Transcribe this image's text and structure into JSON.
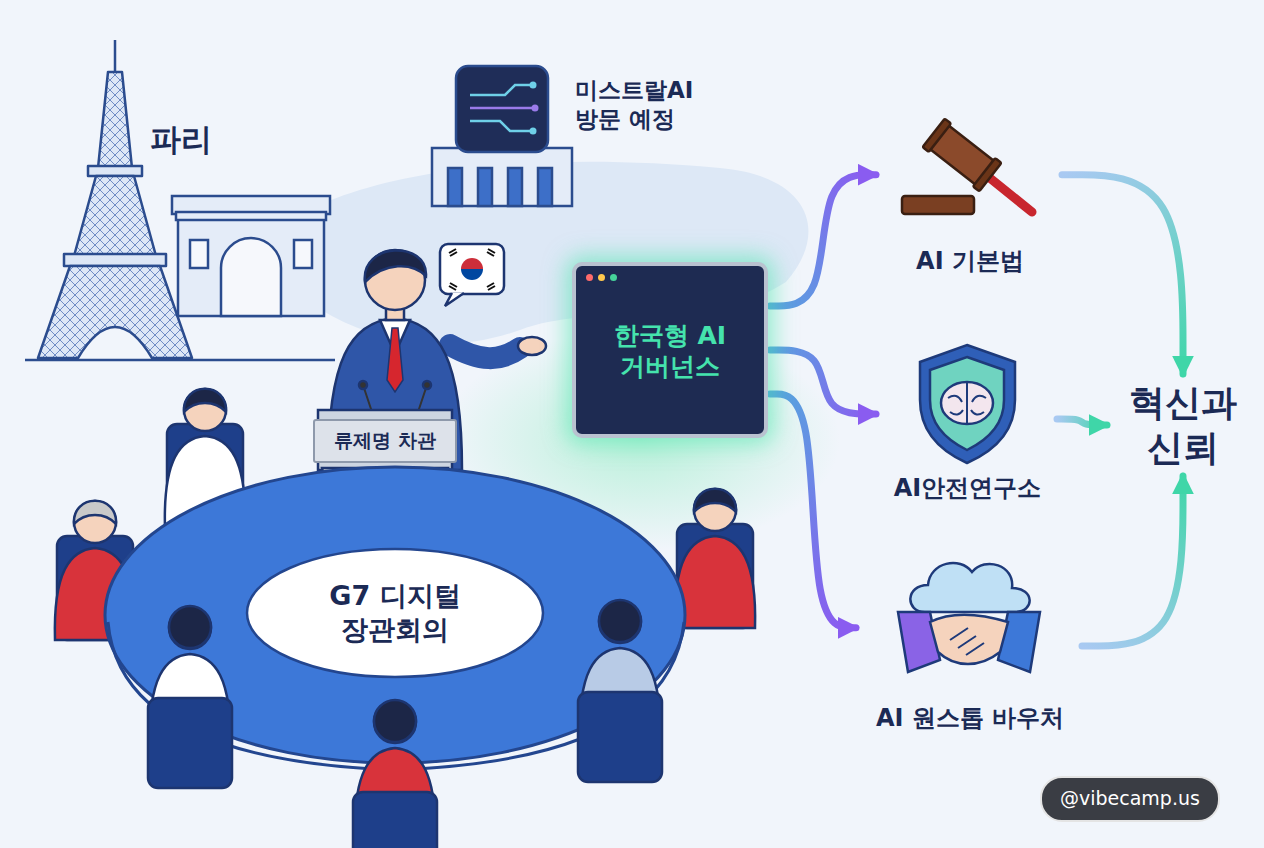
{
  "diagram": {
    "nodes": [
      {
        "text": [
          "류제명 차관"
        ]
      },
      {
        "text": [
          "G7 디지털 장관회의"
        ]
      },
      {
        "text": [
          "한국형 AI 거버넌스"
        ]
      },
      {
        "text": [
          "AI 기본법"
        ]
      },
      {
        "text": [
          "AI안전연구소"
        ]
      },
      {
        "text": [
          "AI 원스톱 바우처"
        ]
      },
      {
        "text": [
          "혁신과 신뢰"
        ]
      }
    ],
    "edges": [
      {
        "from": 2,
        "to": 3,
        "arrow": "to"
      },
      {
        "from": 2,
        "to": 4,
        "arrow": "to"
      },
      {
        "from": 2,
        "to": 5,
        "arrow": "to"
      },
      {
        "from": 3,
        "to": 6,
        "arrow": "to"
      },
      {
        "from": 4,
        "to": 6,
        "arrow": "to"
      },
      {
        "from": 5,
        "to": 6,
        "arrow": "to"
      }
    ],
    "labels": [
      "파리",
      "미스트랄AI 방문 예정",
      "@vibecamp.us"
    ]
  }
}
